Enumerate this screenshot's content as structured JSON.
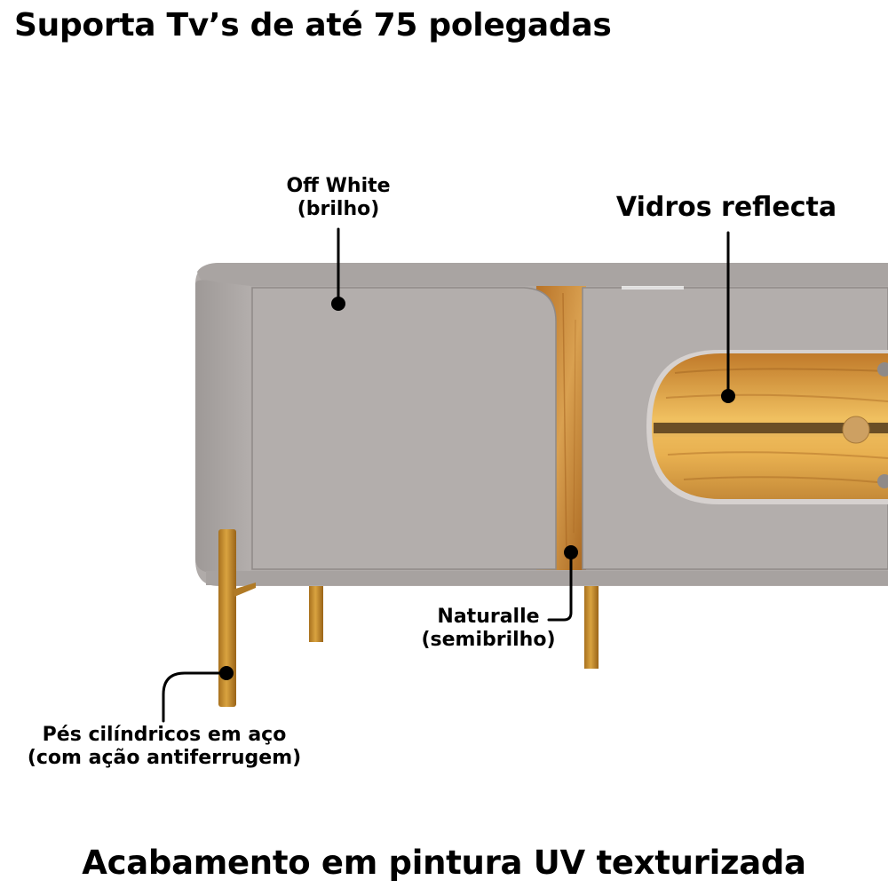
{
  "headline": "Suporta Tv’s de até 75 polegadas",
  "footer": "Acabamento em pintura UV texturizada",
  "callouts": {
    "off_white": {
      "line1": "Off White",
      "line2": "(brilho)"
    },
    "vidros": {
      "line1": "Vidros reflecta"
    },
    "naturalle": {
      "line1": "Naturalle",
      "line2": "(semibrilho)"
    },
    "pes": {
      "line1": "Pés cilíndricos em aço",
      "line2": "(com ação antiferrugem)"
    }
  },
  "colors": {
    "cabinet": "#b0aba9",
    "cabinet_top": "#a9a4a2",
    "door": "#b3aeac",
    "wood": "#c98a3a",
    "leg": "#c8902e",
    "callout_line": "#000000"
  }
}
